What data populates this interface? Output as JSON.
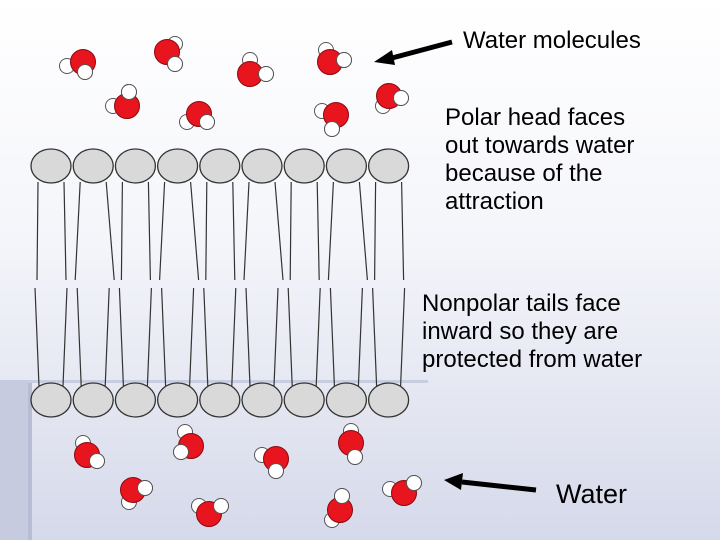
{
  "labels": {
    "water_molecules": "Water molecules",
    "polar_head": [
      "Polar head faces",
      "out towards water",
      "because of the",
      "attraction"
    ],
    "nonpolar_tails": [
      "Nonpolar tails face",
      "inward so they are",
      "protected from water"
    ],
    "water": "Water"
  },
  "colors": {
    "oxygen": "#e8141e",
    "hydrogen": "#ffffff",
    "head_fill": "#d9d9d9",
    "outline": "#333333",
    "arrow": "#000000"
  }
}
